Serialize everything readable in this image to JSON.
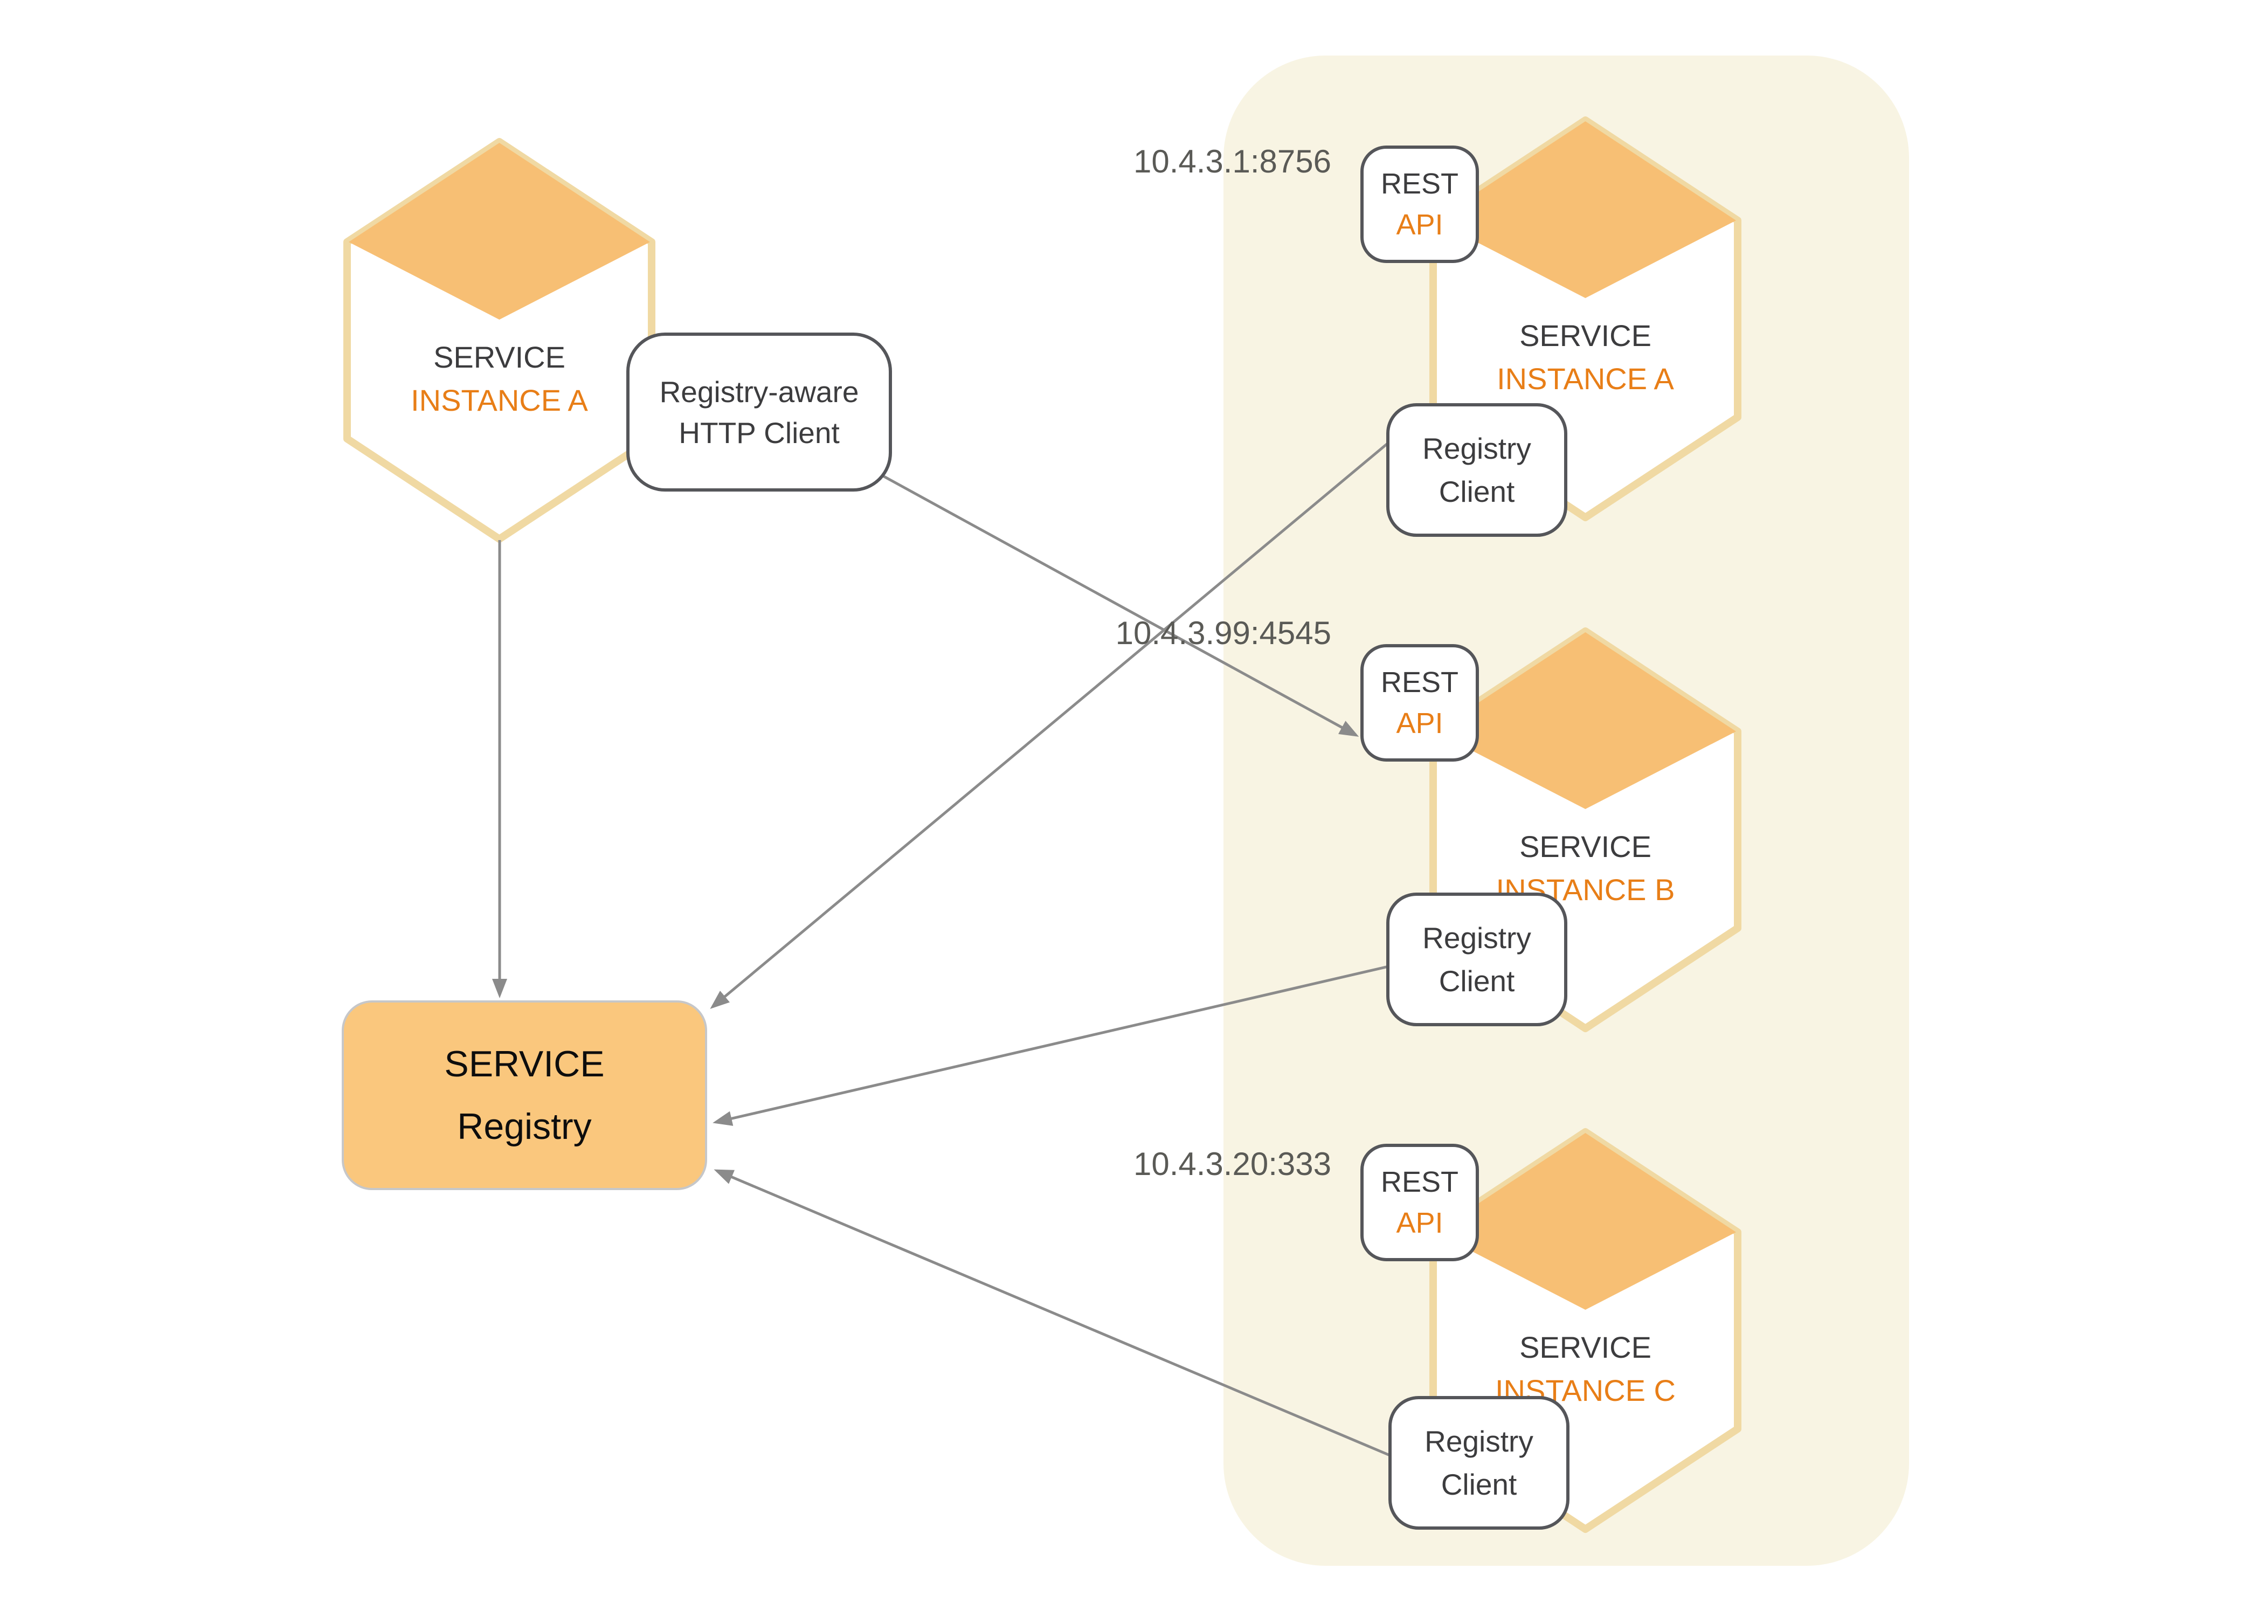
{
  "colors": {
    "background": "#ffffff",
    "zone_panel": "#f8f4e3",
    "hexagon_border": "#f0d9a3",
    "hexagon_top_fill": "#f7bf74",
    "registry_fill": "#fac77d",
    "registry_border": "#c6c7c9",
    "node_border": "#55565a",
    "arrow": "#8b8b8b",
    "text_dark": "#3c3c3e",
    "text_orange": "#e87e17",
    "ip_text": "#5a5a56"
  },
  "left_instance": {
    "service": "SERVICE",
    "instance": "INSTANCE A"
  },
  "http_client": {
    "line1": "Registry-aware",
    "line2": "HTTP Client"
  },
  "service_registry": {
    "line1": "SERVICE",
    "line2": "Registry"
  },
  "panel_instances": [
    {
      "address": "10.4.3.1:8756",
      "service": "SERVICE",
      "instance": "INSTANCE A",
      "rest_api": {
        "line1": "REST",
        "line2": "API"
      },
      "registry_client": {
        "line1": "Registry",
        "line2": "Client"
      }
    },
    {
      "address": "10.4.3.99:4545",
      "service": "SERVICE",
      "instance": "INSTANCE B",
      "rest_api": {
        "line1": "REST",
        "line2": "API"
      },
      "registry_client": {
        "line1": "Registry",
        "line2": "Client"
      }
    },
    {
      "address": "10.4.3.20:333",
      "service": "SERVICE",
      "instance": "INSTANCE C",
      "rest_api": {
        "line1": "REST",
        "line2": "API"
      },
      "registry_client": {
        "line1": "Registry",
        "line2": "Client"
      }
    }
  ]
}
